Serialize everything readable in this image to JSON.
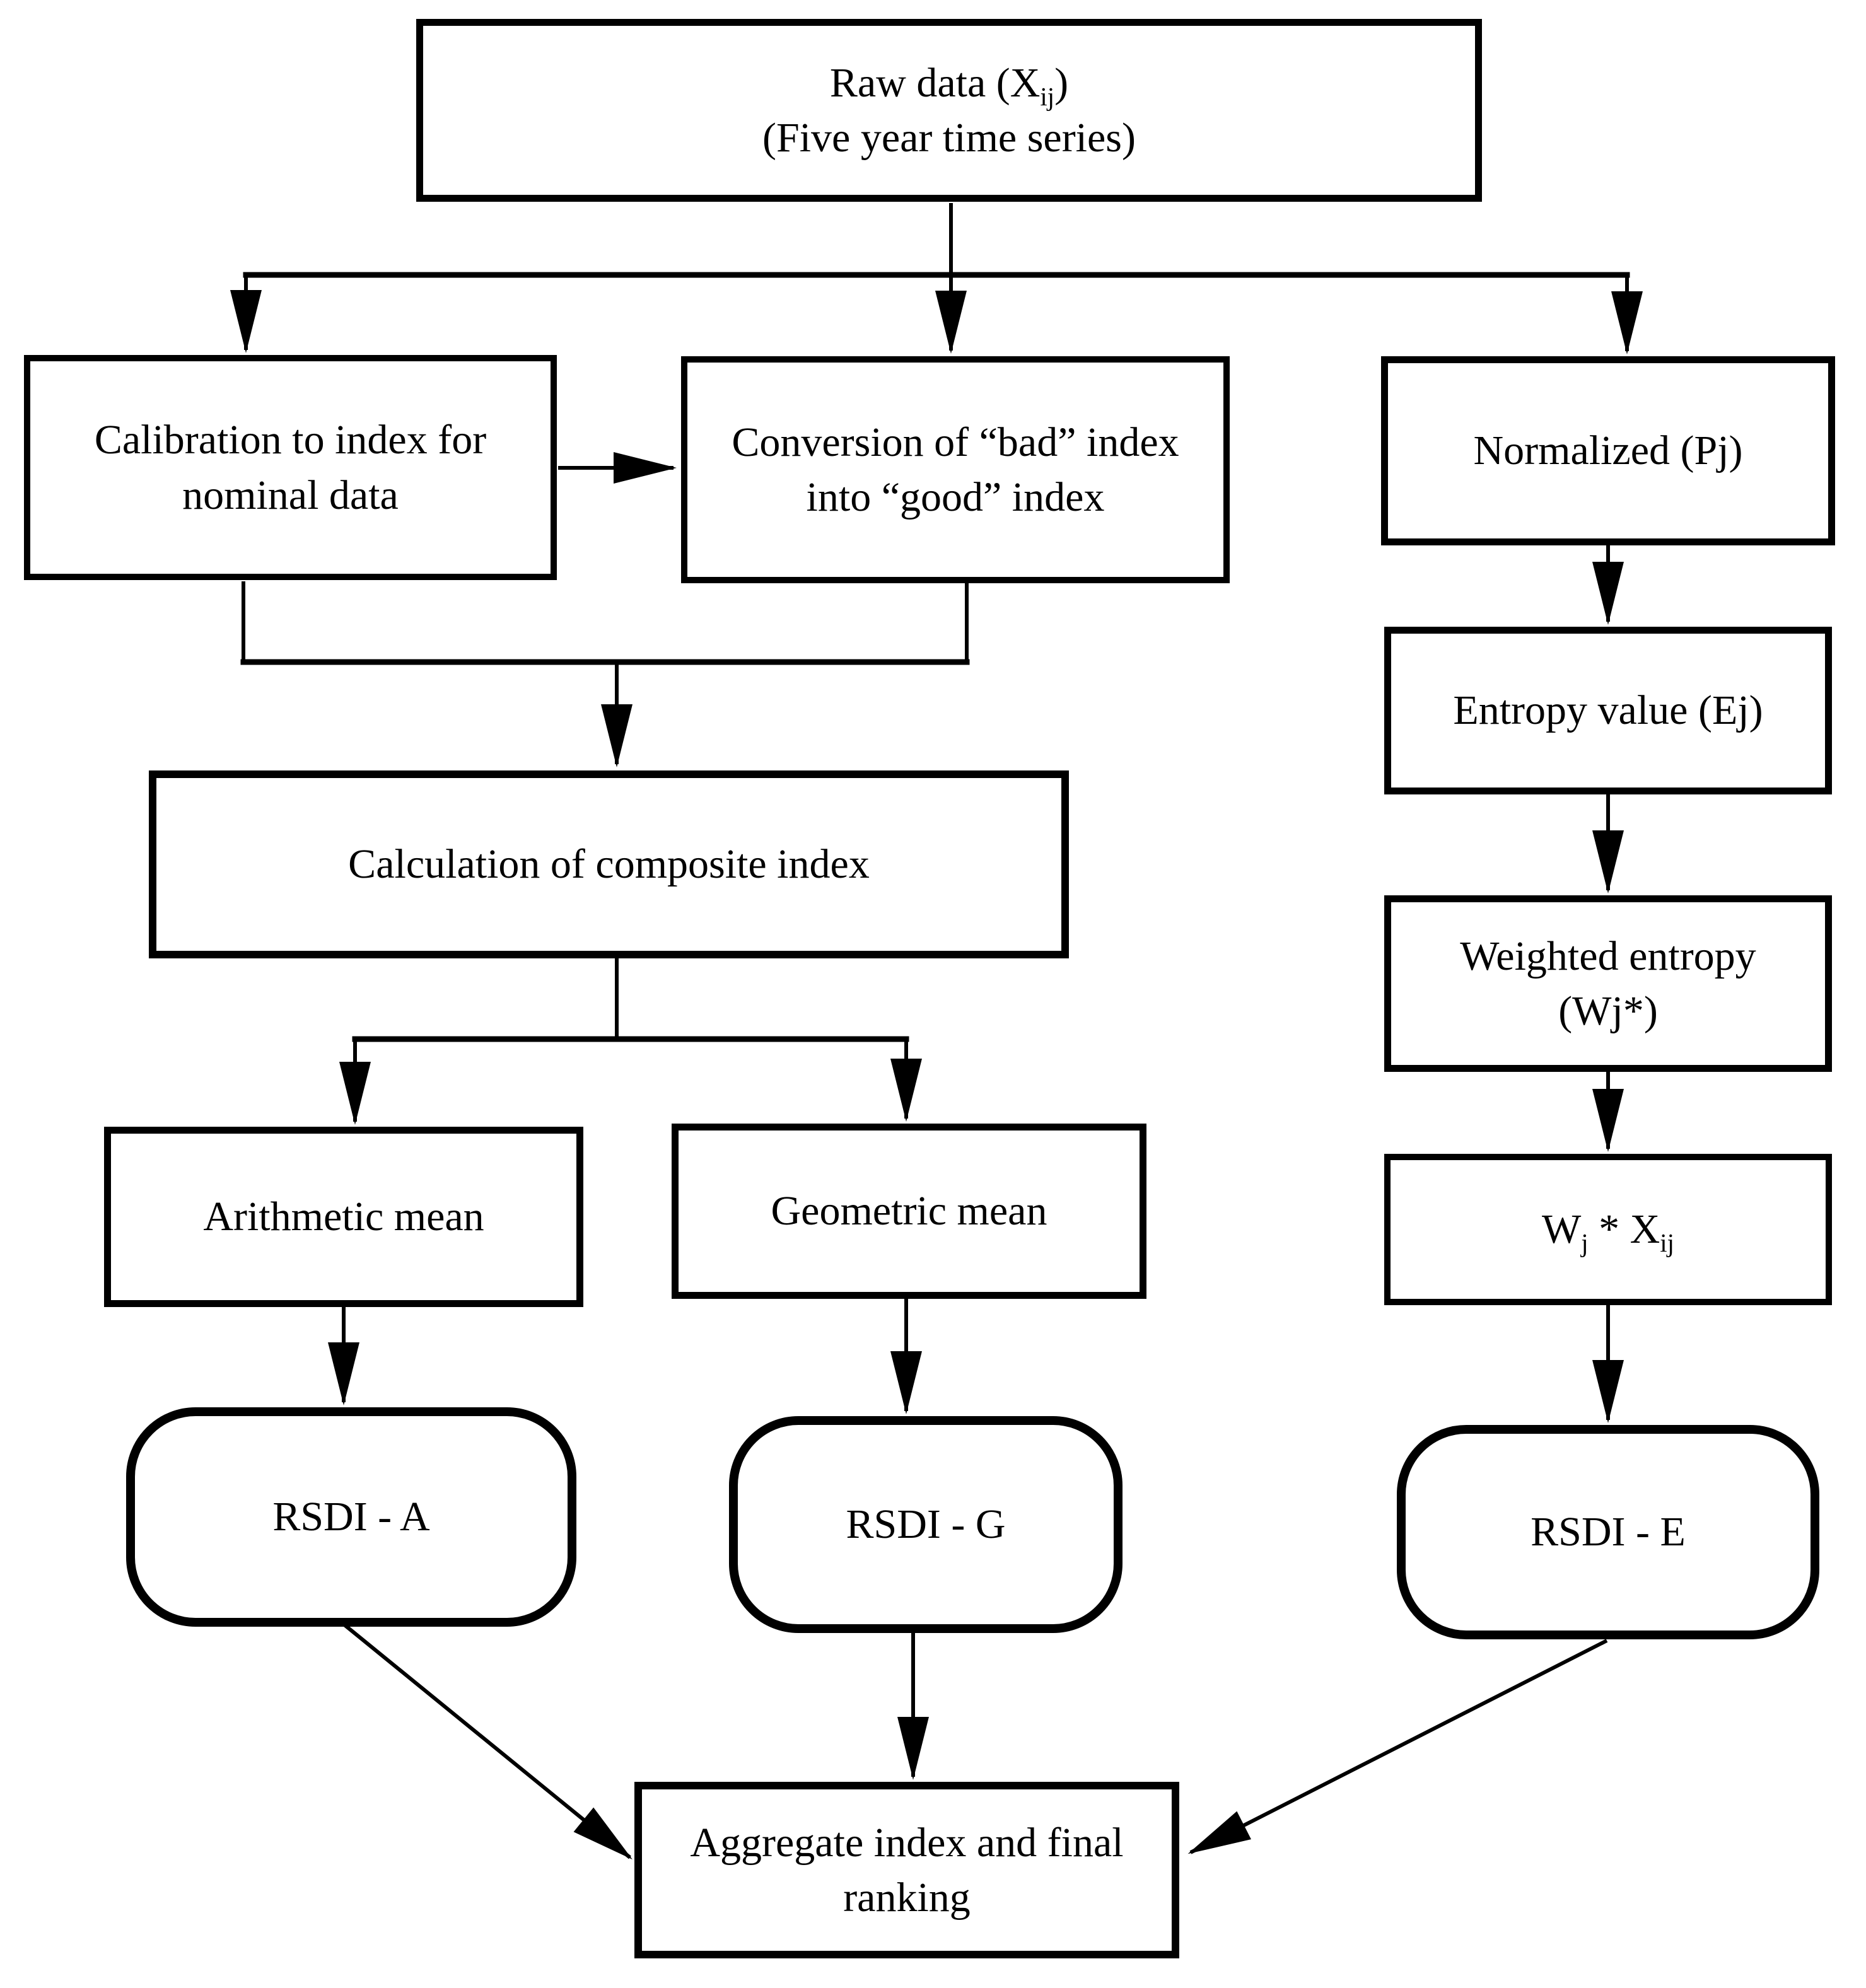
{
  "figure": {
    "type": "flowchart",
    "background_color": "#ffffff",
    "line_color": "#000000",
    "text_color": "#000000"
  },
  "nodes": {
    "raw": {
      "t1": "Raw data (X",
      "sub1": "ij",
      "t2": ")",
      "line2": "(Five year time series)"
    },
    "calibration": {
      "line1": "Calibration to index for",
      "line2": "nominal data"
    },
    "conversion": {
      "line1": "Conversion of “bad” index",
      "line2": "into “good” index"
    },
    "normalized": {
      "label": "Normalized (Pj)"
    },
    "entropy": {
      "label": "Entropy value (Ej)"
    },
    "weighted": {
      "line1": "Weighted entropy",
      "line2": "(Wj*)"
    },
    "wjxij": {
      "t1": "W",
      "sub1": "j",
      "t2": " * X",
      "sub2": "ij"
    },
    "calc": {
      "label": "Calculation of composite index"
    },
    "arithmetic": {
      "label": "Arithmetic mean"
    },
    "geometric": {
      "label": "Geometric mean"
    },
    "rsdi_a": {
      "label": "RSDI - A"
    },
    "rsdi_g": {
      "label": "RSDI - G"
    },
    "rsdi_e": {
      "label": "RSDI - E"
    },
    "aggregate": {
      "line1": "Aggregate index and final",
      "line2": "ranking"
    }
  }
}
